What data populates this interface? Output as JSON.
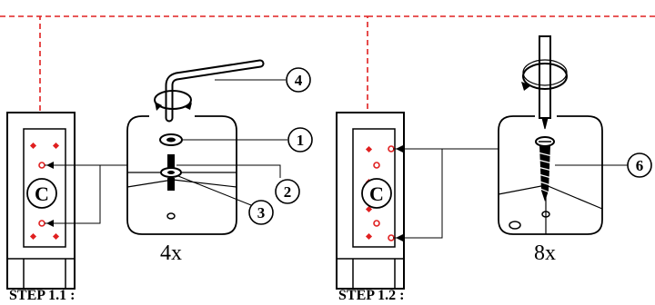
{
  "steps": [
    {
      "label": "STEP 1.1 :",
      "quantity": "4x"
    },
    {
      "label": "STEP 1.2 :",
      "quantity": "8x"
    }
  ],
  "panel_letter": "C",
  "callouts": {
    "c1": "1",
    "c2": "2",
    "c3": "3",
    "c4": "4",
    "c6": "6"
  },
  "colors": {
    "dashed_connector": "#e02020",
    "dots": "#e02020",
    "line": "#000000"
  }
}
